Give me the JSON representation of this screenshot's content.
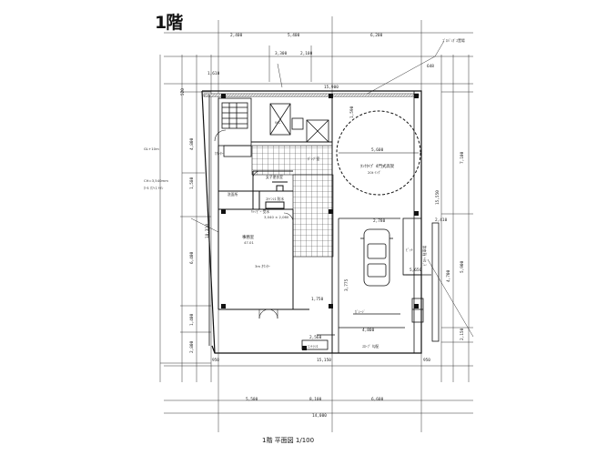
{
  "floor_title": "1階",
  "caption": "1階 平面図 1/100",
  "dimensions": {
    "top_row": [
      "2,400",
      "5,400",
      "6,200"
    ],
    "top_second": [
      "3,300",
      "2,100"
    ],
    "top_overall": "15,900",
    "top_right_small": "648",
    "top_right_note": "ﾌﾟﾛﾊﾟﾝｶﾞｽ置場",
    "left_small": "1,610",
    "left_520": "520",
    "left_vertical": [
      "4,800",
      "1,580",
      "6,400",
      "1,400",
      "2,800"
    ],
    "left_overall": "18,310",
    "right_vertical": [
      "1,590",
      "7,100",
      "15,550",
      "5,900",
      "2,150"
    ],
    "right_2410": "2,410",
    "right_4700": "4,700",
    "circle_dim": "5,600",
    "inner_2780": "2,780",
    "inner_1750": "1,750",
    "inner_3775": "3,775",
    "inner_4800": "4,800",
    "inner_2560": "2,560",
    "inner_5650": "5,650",
    "bottom_overall_inner": "15,150",
    "bottom_950_left": "950",
    "bottom_950_right": "950",
    "bottom_row": [
      "5,500",
      "8,100",
      "6,600"
    ],
    "bottom_overall": "14,000"
  },
  "labels": {
    "tank": "ﾀﾝｸﾀｲﾌﾟ 4門式高架",
    "tank_sub": "20t ｲﾝｸﾞ",
    "office": "事務室",
    "office_area": "47.01",
    "office_sub": "3m ｶｳﾝﾀｰ",
    "left_gl": "GL+10m",
    "left_ch": "CH=3,540mm",
    "left_note": "ﾎｰﾙ ｵﾌｨｽ ﾄｲﾚ",
    "room_label": "女子更衣室",
    "stair_label": "WC",
    "counter": "ｶｳﾝﾀｰ",
    "washroom": "洗面所",
    "corridor_note": "ｽﾃｲﾝﾚｽ 防水",
    "area_note": "3,040 × 2,060",
    "canopy_note": "ｷｬﾉﾋﾟｰ 受水",
    "pump": "ﾎﾟﾝﾌﾟ室",
    "pit_label": "ﾋﾟｯﾄ",
    "garage_label": "ｶﾞﾚｰｼﾞ",
    "bottom_label": "ｴﾝﾄﾗﾝｽ",
    "bottom_label2": "ｽﾛｰﾌﾟ 勾配",
    "right_label": "ﾋﾟﾛﾃｨ 駐車場"
  }
}
